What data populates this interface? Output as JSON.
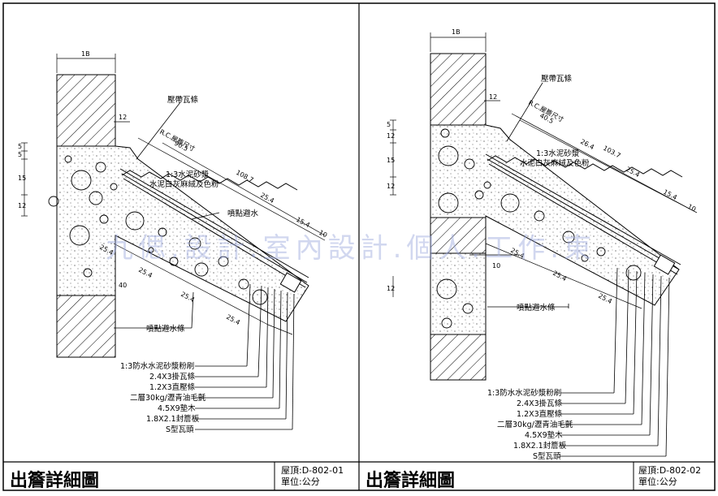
{
  "watermark": "九偲.設計.室內設計.個人.工作.東",
  "panels": [
    {
      "title": "出簷詳細圖",
      "code": "屋頂:D-802-01",
      "unit": "單位:公分",
      "dims": {
        "wall": "1B",
        "top12": "12",
        "v5a": "5",
        "v5b": "5",
        "v15": "15",
        "v12": "12",
        "rc": "R.C.屋簷尺寸",
        "d905": "90.5",
        "d1087": "108.7",
        "d254a": "25.4",
        "d154": "15.4",
        "d10": "10",
        "d254b": "25.4",
        "d254c": "25.4",
        "d40": "40",
        "d254d": "25.4",
        "d254e": "25.4"
      },
      "callouts": {
        "ridge": "壓帶瓦條",
        "mortar": "1:3水泥砂漿",
        "lime": "水泥白灰麻絨及色粉",
        "drip": "噴點避水",
        "drip2": "噴點避水條"
      },
      "legend": [
        "1:3防水水泥砂漿粉刷",
        "2.4X3掛瓦條",
        "1.2X3直壓條",
        "二層30kg/瀝青油毛氈",
        "4.5X9墊木",
        "1.8X2.1封簷板",
        "S型瓦頭"
      ]
    },
    {
      "title": "出簷詳細圖",
      "code": "屋頂:D-802-02",
      "unit": "單位:公分",
      "dims": {
        "wall": "1B",
        "top12": "12",
        "v5a": "5",
        "v12": "12",
        "v15": "15",
        "v12b": "12",
        "rc": "R.C.屋簷尺寸",
        "d405": "40.5",
        "d1037": "103.7",
        "d264": "26.4",
        "d254a": "25.4",
        "d154": "15.4",
        "d10a": "10",
        "d10b": "10",
        "d254b": "25.4",
        "d254c": "25.4",
        "d254d": "25.4",
        "v12c": "12"
      },
      "callouts": {
        "ridge": "壓帶瓦條",
        "mortar": "1:3水泥砂漿",
        "lime": "水泥白灰麻絨及色粉",
        "drip": "噴點避水條"
      },
      "legend": [
        "1:3防水水泥砂漿粉刷",
        "2.4X3掛瓦條",
        "1.2X3直壓條",
        "二層30kg/瀝青油毛氈",
        "4.5X9墊木",
        "1.8X2.1封簷板",
        "S型瓦頭"
      ]
    }
  ]
}
